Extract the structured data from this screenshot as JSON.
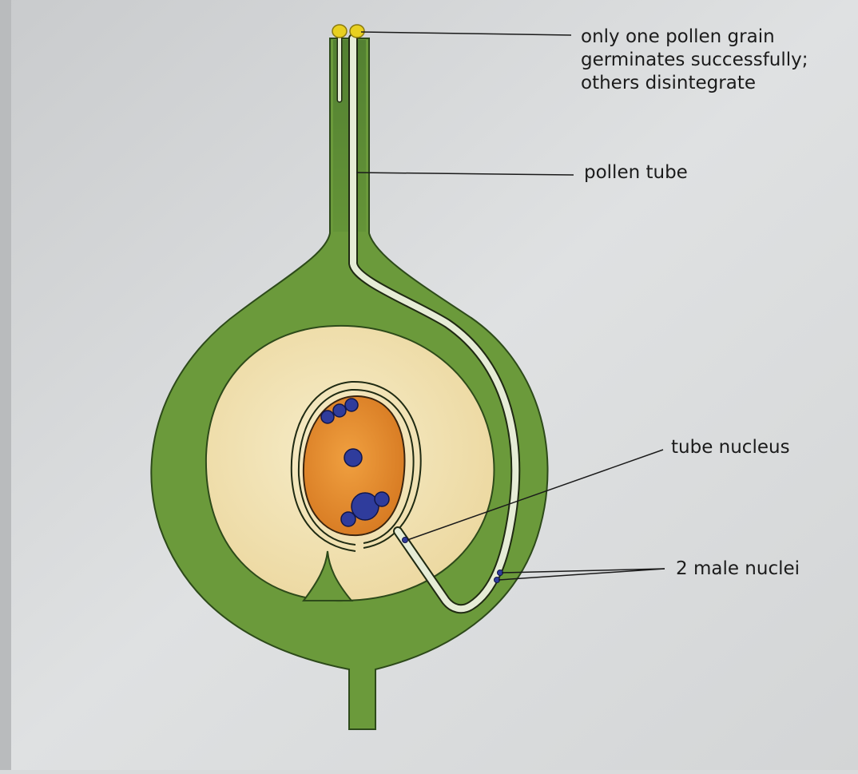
{
  "labels": {
    "pollen_germination": {
      "lines": [
        "only one pollen grain",
        "germinates successfully;",
        "others disintegrate"
      ]
    },
    "pollen_tube": "pollen tube",
    "tube_nucleus": "tube nucleus",
    "male_nuclei": "2 male nuclei"
  },
  "colors": {
    "ovary_wall": "#6a9a3a",
    "embryo_sac": "#f2e4b6",
    "ovule_center": "#e08a2c",
    "nucleus": "#2f3c9c",
    "pollen_grain": "#e8d020",
    "tube": "#e7edd9",
    "background": "#dcdedf"
  }
}
